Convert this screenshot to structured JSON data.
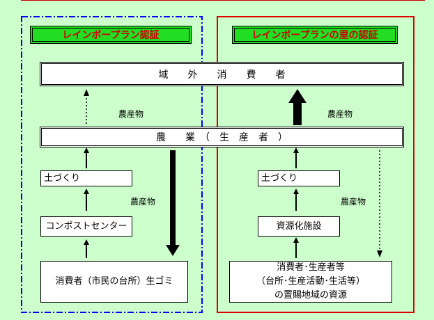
{
  "left_panel": {
    "title": "レインボープラン認証",
    "node_compost": "コンポストセンター",
    "node_soil": "土づくり",
    "node_source": "消費者（市民の台所）生ゴミ",
    "label_produce_upper": "農産物",
    "label_produce_lower": "農産物"
  },
  "right_panel": {
    "title": "レインボープランの里の認証",
    "node_facility": "資源化施設",
    "node_soil": "土づくり",
    "node_source_lines": [
      "消費者･生産者等",
      "（台所･生産活動･生活等）",
      "の置賜地域の資源"
    ],
    "label_produce_upper": "農産物",
    "label_produce_lower": "農産物"
  },
  "shared": {
    "consumers_outside": "域　　外　　消　　費　　者",
    "farmers": "農　　業　（　生　産　者　）"
  },
  "colors": {
    "background": "#ccffcc",
    "title_fill": "#22dd22",
    "title_text": "#cc0000",
    "left_border": "#0000ff",
    "right_border": "#dd0000"
  }
}
